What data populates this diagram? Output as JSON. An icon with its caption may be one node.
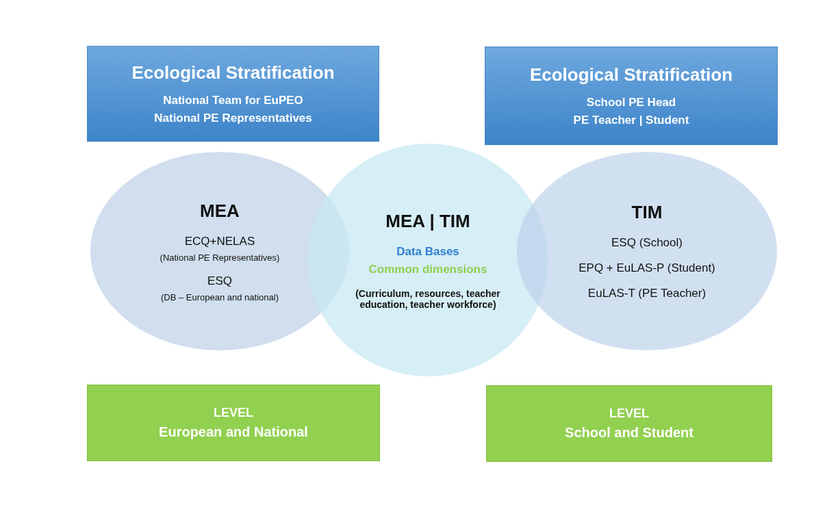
{
  "diagram": {
    "nodes": [
      {
        "text": [
          "Ecological Stratification",
          "National Team for EuPEO",
          "National PE Representatives"
        ]
      },
      {
        "text": [
          "Ecological Stratification",
          "School PE Head",
          "PE Teacher | Student"
        ]
      },
      {
        "text": [
          "MEA",
          "ECQ+NELAS",
          "(National PE Representatives)",
          "ESQ",
          "(DB – European and national)"
        ]
      },
      {
        "text": [
          "MEA | TIM",
          "Data Bases",
          "Common dimensions",
          "(Curriculum, resources, teacher education, teacher workforce)"
        ]
      },
      {
        "text": [
          "TIM",
          "ESQ (School)",
          "EPQ + EuLAS-P (Student)",
          "EuLAS-T (PE Teacher)"
        ]
      },
      {
        "text": [
          "LEVEL",
          "European and National"
        ]
      },
      {
        "text": [
          "LEVEL",
          "School and Student"
        ]
      }
    ]
  }
}
